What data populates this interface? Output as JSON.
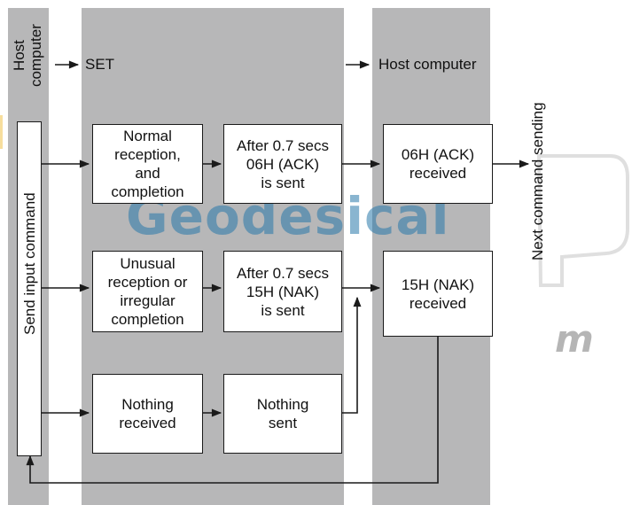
{
  "headers": {
    "host_computer_left": "Host\ncomputer",
    "set": "SET",
    "host_computer_right": "Host computer"
  },
  "side_labels": {
    "send_input_command": "Send input command",
    "next_command_sending": "Next command sending"
  },
  "boxes": {
    "normal_reception": "Normal\nreception,\nand\ncompletion",
    "ack_sent": "After 0.7 secs\n06H (ACK)\nis sent",
    "ack_received": "06H (ACK)\nreceived",
    "unusual_reception": "Unusual\nreception or\nirregular\ncompletion",
    "nak_sent": "After 0.7 secs\n15H (NAK)\nis sent",
    "nak_received": "15H (NAK)\nreceived",
    "nothing_received": "Nothing\nreceived",
    "nothing_sent": "Nothing\nsent"
  },
  "watermark": {
    "text": "Geodesical",
    "fragment": "m"
  },
  "colors": {
    "lane_gray": "#b7b7b8",
    "line": "#1a1a1a",
    "watermark_blue": "#2878aa"
  }
}
